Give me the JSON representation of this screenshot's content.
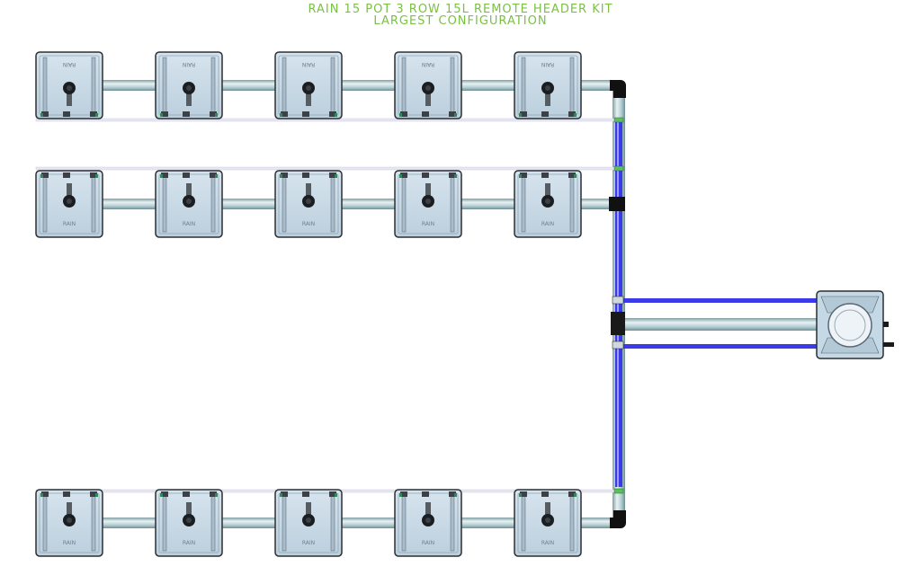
{
  "title_line_1": "RAIN 15 POT 3 ROW 15L REMOTE HEADER KIT",
  "title_line_2": "LARGEST CONFIGURATION",
  "pot_brand_label": "RAIN",
  "colors": {
    "title": "#7ac143",
    "pot_body": "#c9dbe8",
    "pipe": "#b9d2d6",
    "feed_line": "#3a3ae6",
    "drain_line": "#eeeef6"
  },
  "rows": [
    {
      "name": "row-1",
      "pots": 5,
      "orientation": "flipped"
    },
    {
      "name": "row-2",
      "pots": 5,
      "orientation": "normal"
    },
    {
      "name": "row-3",
      "pots": 5,
      "orientation": "normal"
    }
  ],
  "header_tank": {
    "icon": "reservoir-icon"
  }
}
